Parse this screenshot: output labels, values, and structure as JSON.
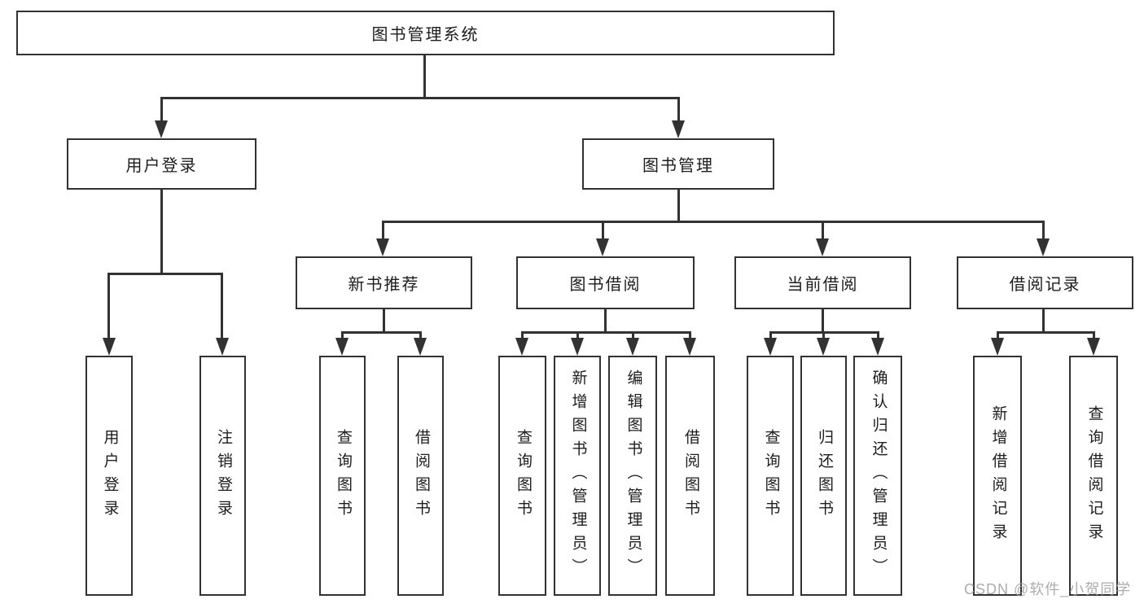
{
  "diagram_title": "图书管理系统",
  "tree": {
    "label": "图书管理系统",
    "children": [
      {
        "label": "用户登录",
        "children": [
          {
            "label": "用户登录"
          },
          {
            "label": "注销登录"
          }
        ]
      },
      {
        "label": "图书管理",
        "children": [
          {
            "label": "新书推荐",
            "children": [
              {
                "label": "查询图书"
              },
              {
                "label": "借阅图书"
              }
            ]
          },
          {
            "label": "图书借阅",
            "children": [
              {
                "label": "查询图书"
              },
              {
                "label": "新增图书（管理员）"
              },
              {
                "label": "编辑图书（管理员）"
              },
              {
                "label": "借阅图书"
              }
            ]
          },
          {
            "label": "当前借阅",
            "children": [
              {
                "label": "查询图书"
              },
              {
                "label": "归还图书"
              },
              {
                "label": "确认归还（管理员）"
              }
            ]
          },
          {
            "label": "借阅记录",
            "children": [
              {
                "label": "新增借阅记录"
              },
              {
                "label": "查询借阅记录"
              }
            ]
          }
        ]
      }
    ]
  },
  "watermark": {
    "text": "CSDN @软件_小贺同学"
  },
  "colors": {
    "line": "#323232",
    "text": "#1d1d1f",
    "background": "#ffffff",
    "watermark": "#9e9e9e"
  }
}
